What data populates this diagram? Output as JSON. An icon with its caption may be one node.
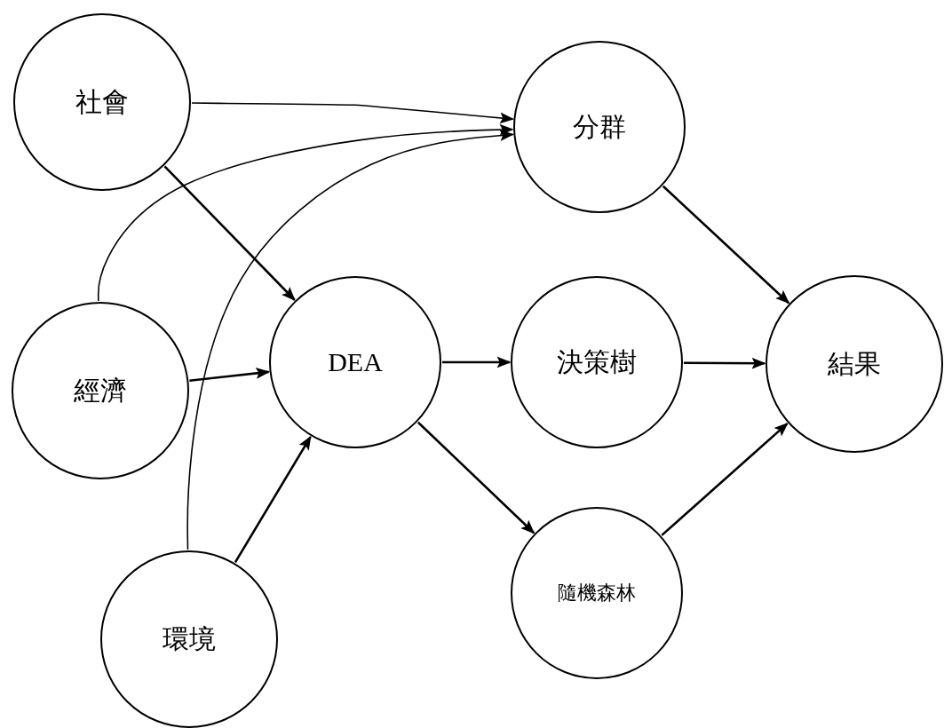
{
  "diagram": {
    "nodes": [
      {
        "text": [
          "社會"
        ]
      },
      {
        "text": [
          "經濟"
        ]
      },
      {
        "text": [
          "環境"
        ]
      },
      {
        "text": [
          "DEA"
        ]
      },
      {
        "text": [
          "分群"
        ]
      },
      {
        "text": [
          "決策樹"
        ]
      },
      {
        "text": [
          "隨機森林"
        ]
      },
      {
        "text": [
          "結果"
        ]
      }
    ],
    "edges": [
      {
        "from": 0,
        "to": 4,
        "arrow": "to"
      },
      {
        "from": 1,
        "to": 4,
        "arrow": "to"
      },
      {
        "from": 2,
        "to": 4,
        "arrow": "to"
      },
      {
        "from": 0,
        "to": 3,
        "arrow": "to"
      },
      {
        "from": 1,
        "to": 3,
        "arrow": "to"
      },
      {
        "from": 2,
        "to": 3,
        "arrow": "to"
      },
      {
        "from": 3,
        "to": 5,
        "arrow": "to"
      },
      {
        "from": 3,
        "to": 6,
        "arrow": "to"
      },
      {
        "from": 4,
        "to": 7,
        "arrow": "to"
      },
      {
        "from": 5,
        "to": 7,
        "arrow": "to"
      },
      {
        "from": 6,
        "to": 7,
        "arrow": "to"
      }
    ]
  }
}
